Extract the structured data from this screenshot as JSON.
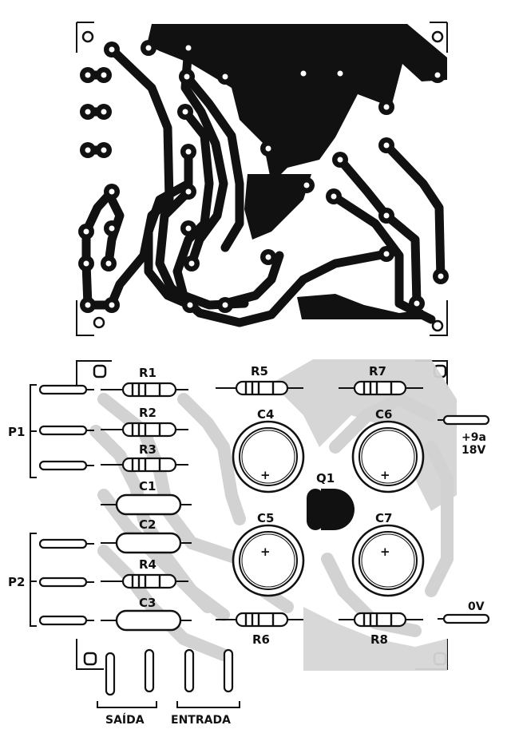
{
  "labels": {
    "r1": "R1",
    "r2": "R2",
    "r3": "R3",
    "r4": "R4",
    "r5": "R5",
    "r6": "R6",
    "r7": "R7",
    "r8": "R8",
    "c1": "C1",
    "c2": "C2",
    "c3": "C3",
    "c4": "C4",
    "c5": "C5",
    "c6": "C6",
    "c7": "C7",
    "q1": "Q1",
    "p1": "P1",
    "p2": "P2",
    "vplus_line1": "+9a",
    "vplus_line2": "18V",
    "ov": "0V",
    "saida": "SAÍDA",
    "entrada": "ENTRADA",
    "plus": "+"
  }
}
